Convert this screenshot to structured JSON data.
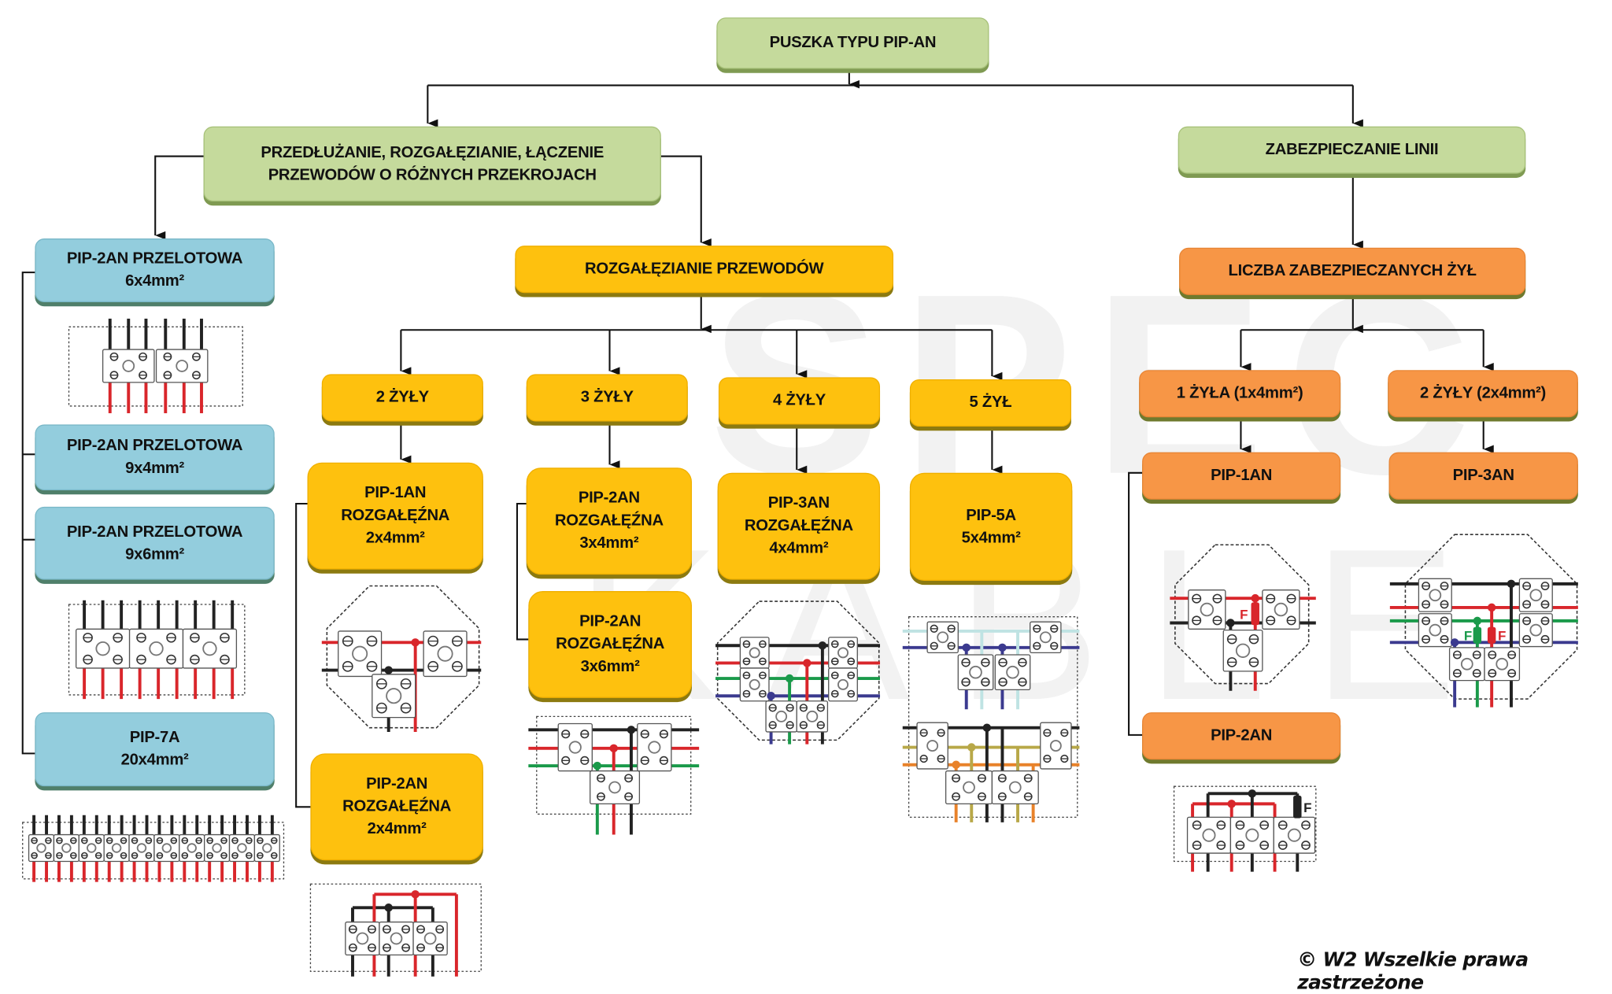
{
  "watermark": {
    "line1": "SPEC",
    "line2": "KABLE"
  },
  "root": {
    "title": "PUSZKA TYPU PIP-AN"
  },
  "branch_left": {
    "line1": "PRZEDŁUŻANIE, ROZGAŁĘZIANIE, ŁĄCZENIE",
    "line2": "PRZEWODÓW O RÓŻNYCH PRZEKROJACH"
  },
  "branch_right": {
    "title": "ZABEZPIECZANIE LINII"
  },
  "through_boxes": [
    {
      "name": "PIP-2AN PRZELOTOWA",
      "size": "6x4mm²"
    },
    {
      "name": "PIP-2AN PRZELOTOWA",
      "size": "9x4mm²"
    },
    {
      "name": "PIP-2AN PRZELOTOWA",
      "size": "9x6mm²"
    },
    {
      "name": "PIP-7A",
      "size": "20x4mm²"
    }
  ],
  "branching": {
    "title": "ROZGAŁĘZIANIE PRZEWODÓW",
    "groups": [
      {
        "label": "2 ŻYŁY",
        "products": [
          {
            "name": "PIP-1AN",
            "type": "ROZGAŁĘŹNA",
            "size": "2x4mm²"
          },
          {
            "name": "PIP-2AN",
            "type": "ROZGAŁĘŹNA",
            "size": "2x4mm²"
          }
        ]
      },
      {
        "label": "3 ŻYŁY",
        "products": [
          {
            "name": "PIP-2AN",
            "type": "ROZGAŁĘŹNA",
            "size": "3x4mm²"
          },
          {
            "name": "PIP-2AN",
            "type": "ROZGAŁĘŹNA",
            "size": "3x6mm²"
          }
        ]
      },
      {
        "label": "4 ŻYŁY",
        "products": [
          {
            "name": "PIP-3AN",
            "type": "ROZGAŁĘŹNA",
            "size": "4x4mm²"
          }
        ]
      },
      {
        "label": "5 ŻYŁ",
        "products": [
          {
            "name": "PIP-5A",
            "size": "5x4mm²"
          }
        ]
      }
    ]
  },
  "protection": {
    "title": "LICZBA ZABEZPIECZANYCH ŻYŁ",
    "groups": [
      {
        "label": "1 ŻYŁA (1x4mm²)",
        "products": [
          "PIP-1AN",
          "PIP-2AN"
        ]
      },
      {
        "label": "2 ŻYŁY (2x4mm²)",
        "products": [
          "PIP-3AN"
        ]
      }
    ],
    "fuse_label": "F"
  },
  "wire_colors": {
    "black": "#222222",
    "red": "#d9262b",
    "green": "#1a9a4a",
    "blue": "#3b3a8f",
    "cyan": "#bfe3e3",
    "olive": "#b8a848",
    "orange": "#e8822a"
  },
  "colors": {
    "green_box": "#c5da9c",
    "blue_box": "#93cddd",
    "yellow_box": "#fec10e",
    "orange_box": "#f79646"
  },
  "footer": {
    "copyright": "© W2 Wszelkie prawa zastrzeżone"
  }
}
